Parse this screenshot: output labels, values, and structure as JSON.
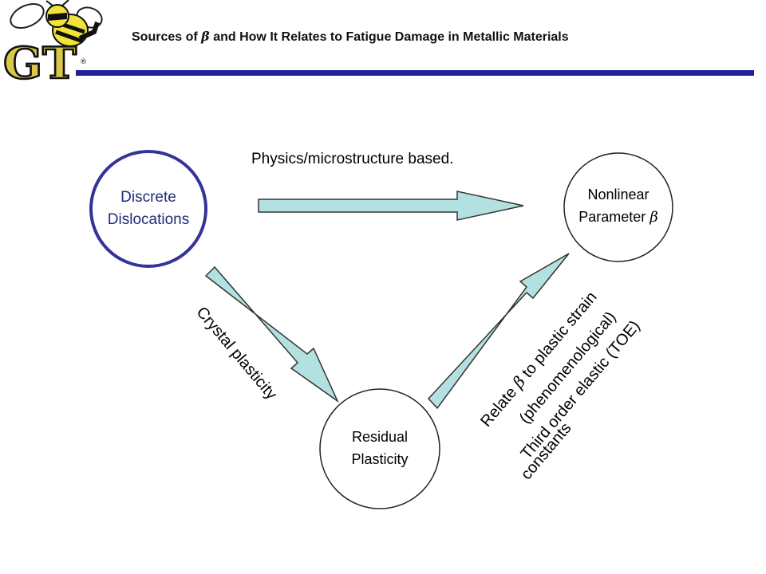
{
  "header": {
    "title_prefix": "Sources of ",
    "title_symbol": "β",
    "title_suffix": " and How It Relates to Fatigue Damage in Metallic Materials",
    "logo_text": "GT",
    "rule_color": "#1f1f9a"
  },
  "diagram": {
    "top_arrow_label": "Physics/microstructure based.",
    "left_arrow_label": "Crystal plasticity",
    "right_arrow_label_1": "Relate ",
    "right_arrow_symbol": "β",
    "right_arrow_label_1b": " to plastic strain",
    "right_arrow_label_2": "(phenomenological)",
    "right_arrow_label_3": "Third order elastic (TOE)",
    "right_arrow_label_4": "constants",
    "nodes": {
      "discrete_line1": "Discrete",
      "discrete_line2": "Dislocations",
      "nonlinear_line1": "Nonlinear",
      "nonlinear_line2": "Parameter ",
      "nonlinear_symbol": "β",
      "residual_line1": "Residual",
      "residual_line2": "Plasticity"
    },
    "colors": {
      "discrete_border": "#33339a",
      "discrete_text": "#1f2c7a",
      "arrow_fill": "#b3e0e0",
      "arrow_stroke": "#333333"
    }
  }
}
